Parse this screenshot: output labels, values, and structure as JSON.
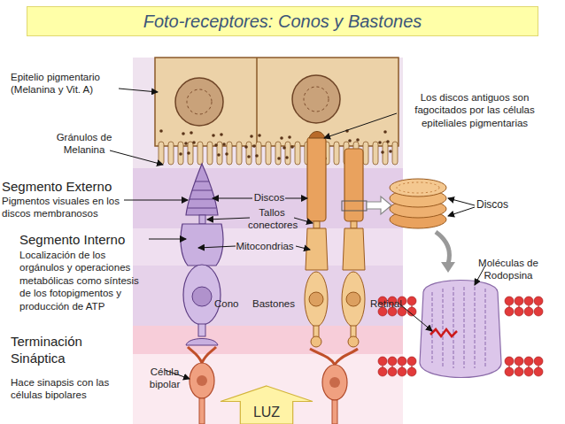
{
  "diagram": {
    "title": "Foto-receptores: Conos y Bastones",
    "nodes": [
      {
        "text": [
          "LUZ"
        ]
      }
    ],
    "labels": [
      "Epitelio pigmentario (Melanina y Vit. A)",
      "Gránulos de Melanina",
      "Segmento Externo",
      "Pigmentos visuales en los discos membranosos",
      "Segmento Interno",
      "Localización de los orgánulos y operaciones metabólicas como síntesis de los fotopigmentos y producción de ATP",
      "Terminación Sináptica",
      "Hace sinapsis con las células bipolares",
      "Discos",
      "Tallos conectores",
      "Mitocondrias",
      "Cono",
      "Bastones",
      "Célula bipolar",
      "Los discos antiguos son fagocitados por las células epiteliales pigmentarias",
      "Discos",
      "Moléculas de Rodopsina",
      "Retinal"
    ]
  }
}
